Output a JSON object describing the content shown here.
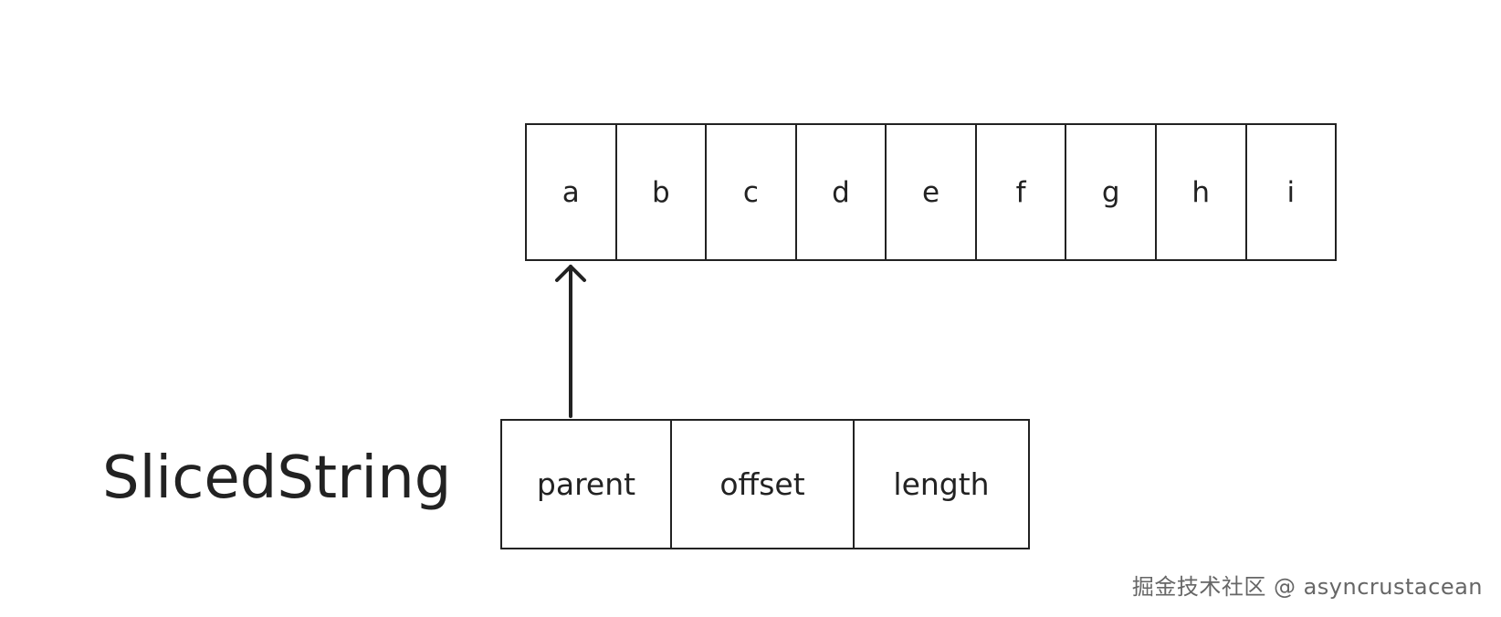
{
  "string_chars": [
    "a",
    "b",
    "c",
    "d",
    "e",
    "f",
    "g",
    "h",
    "i"
  ],
  "sliced_string": {
    "label": "SlicedString",
    "fields": [
      "parent",
      "offset",
      "length"
    ]
  },
  "watermark": "掘金技术社区 @ asyncrustacean",
  "colors": {
    "stroke": "#222222",
    "background": "#ffffff",
    "watermark": "#666666"
  }
}
